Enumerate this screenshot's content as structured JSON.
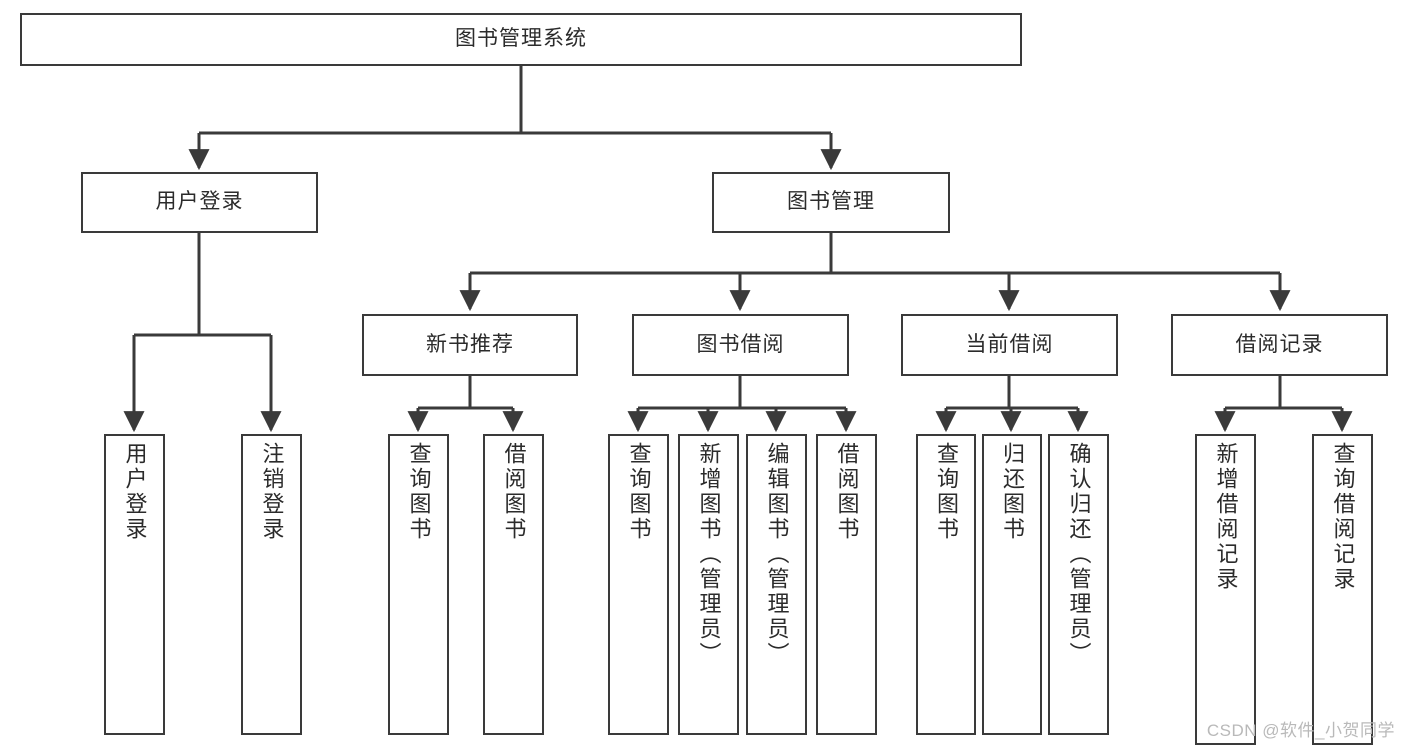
{
  "diagram": {
    "type": "tree",
    "title": "图书管理系统",
    "watermark": "CSDN @软件_小贺同学",
    "style": {
      "box_border": "#3a3a3a",
      "box_fill": "#ffffff",
      "line": "#3a3a3a",
      "text": "#2b2b2b",
      "background": "#ffffff"
    },
    "nodes": {
      "root": {
        "label": "图书管理系统",
        "orientation": "horizontal"
      },
      "l1": [
        {
          "id": "user_login",
          "label": "用户登录",
          "orientation": "horizontal"
        },
        {
          "id": "book_mgmt",
          "label": "图书管理",
          "orientation": "horizontal"
        }
      ],
      "l2": [
        {
          "id": "new_book_rec",
          "label": "新书推荐",
          "orientation": "horizontal"
        },
        {
          "id": "book_borrow",
          "label": "图书借阅",
          "orientation": "horizontal"
        },
        {
          "id": "current_borrow",
          "label": "当前借阅",
          "orientation": "horizontal"
        },
        {
          "id": "borrow_record",
          "label": "借阅记录",
          "orientation": "horizontal"
        }
      ],
      "leaves": [
        {
          "id": "leaf_user_login",
          "parent": "user_login",
          "label": "用户登录",
          "orientation": "vertical"
        },
        {
          "id": "leaf_user_logout",
          "parent": "user_login",
          "label": "注销登录",
          "orientation": "vertical"
        },
        {
          "id": "leaf_query_book_1",
          "parent": "new_book_rec",
          "label": "查询图书",
          "orientation": "vertical"
        },
        {
          "id": "leaf_borrow_book_1",
          "parent": "new_book_rec",
          "label": "借阅图书",
          "orientation": "vertical"
        },
        {
          "id": "leaf_query_book_2",
          "parent": "book_borrow",
          "label": "查询图书",
          "orientation": "vertical"
        },
        {
          "id": "leaf_add_book",
          "parent": "book_borrow",
          "label": "新增图书（管理员）",
          "orientation": "vertical"
        },
        {
          "id": "leaf_edit_book",
          "parent": "book_borrow",
          "label": "编辑图书（管理员）",
          "orientation": "vertical"
        },
        {
          "id": "leaf_borrow_book_2",
          "parent": "book_borrow",
          "label": "借阅图书",
          "orientation": "vertical"
        },
        {
          "id": "leaf_query_book_3",
          "parent": "current_borrow",
          "label": "查询图书",
          "orientation": "vertical"
        },
        {
          "id": "leaf_return_book",
          "parent": "current_borrow",
          "label": "归还图书",
          "orientation": "vertical"
        },
        {
          "id": "leaf_confirm_return",
          "parent": "current_borrow",
          "label": "确认归还（管理员）",
          "orientation": "vertical"
        },
        {
          "id": "leaf_add_record",
          "parent": "borrow_record",
          "label": "新增借阅记录",
          "orientation": "vertical"
        },
        {
          "id": "leaf_query_record",
          "parent": "borrow_record",
          "label": "查询借阅记录",
          "orientation": "vertical"
        }
      ]
    }
  }
}
